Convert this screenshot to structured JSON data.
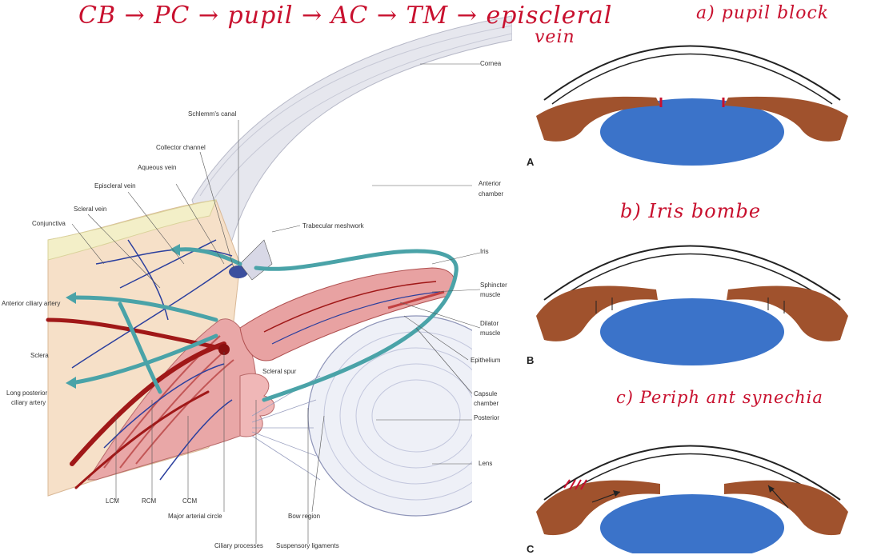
{
  "annotations": {
    "flow": "CB → PC → pupil → AC → TM → episcleral",
    "flow_cont": "vein",
    "a": "a) pupil block",
    "b": "b) Iris bombe",
    "c": "c) Periph ant synechia"
  },
  "labels": {
    "cornea": "Cornea",
    "schlemm": "Schlemm's canal",
    "collector": "Collector channel",
    "aqueous_vein": "Aqueous vein",
    "episcleral_vein": "Episcleral vein",
    "scleral_vein": "Scleral vein",
    "conjunctiva": "Conjunctiva",
    "trabecular": "Trabecular meshwork",
    "anterior_chamber_1": "Anterior",
    "anterior_chamber_2": "chamber",
    "iris": "Iris",
    "sphincter_1": "Sphincter",
    "sphincter_2": "muscle",
    "dilator_1": "Dilator",
    "dilator_2": "muscle",
    "epithelium": "Epithelium",
    "capsule_1": "Capsule",
    "capsule_2": "chamber",
    "posterior": "Posterior",
    "anterior_ciliary": "Anterior ciliary artery",
    "sclera": "Sclera",
    "long_posterior_1": "Long posterior",
    "long_posterior_2": "ciliary artery",
    "scleral_spur": "Scleral spur",
    "lens": "Lens",
    "lcm": "LCM",
    "rcm": "RCM",
    "ccm": "CCM",
    "major_arterial": "Major arterial circle",
    "bow_region": "Bow region",
    "ciliary_processes": "Ciliary processes",
    "suspensory": "Suspensory ligaments"
  },
  "panels": {
    "a": "A",
    "b": "B",
    "c": "C"
  },
  "colors": {
    "annotation": "#c8102e",
    "iris_brown": "#a0522d",
    "lens_blue": "#3b73c9",
    "aqueous_teal": "#4aa3a8",
    "artery_red": "#a01818",
    "vein_blue": "#2b3f9e"
  }
}
